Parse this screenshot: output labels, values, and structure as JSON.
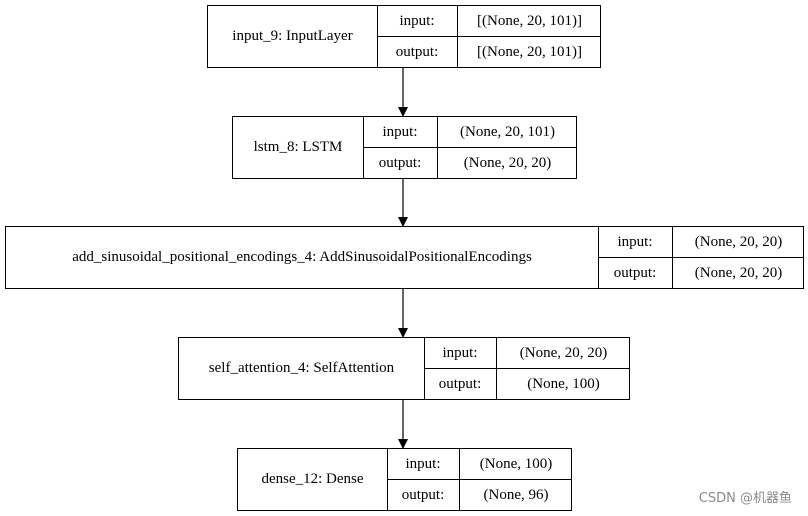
{
  "layers": [
    {
      "name": "input_9: InputLayer",
      "input_label": "input:",
      "input_shape": "[(None, 20, 101)]",
      "output_label": "output:",
      "output_shape": "[(None, 20, 101)]"
    },
    {
      "name": "lstm_8: LSTM",
      "input_label": "input:",
      "input_shape": "(None, 20, 101)",
      "output_label": "output:",
      "output_shape": "(None, 20, 20)"
    },
    {
      "name": "add_sinusoidal_positional_encodings_4: AddSinusoidalPositionalEncodings",
      "input_label": "input:",
      "input_shape": "(None, 20, 20)",
      "output_label": "output:",
      "output_shape": "(None, 20, 20)"
    },
    {
      "name": "self_attention_4: SelfAttention",
      "input_label": "input:",
      "input_shape": "(None, 20, 20)",
      "output_label": "output:",
      "output_shape": "(None, 100)"
    },
    {
      "name": "dense_12: Dense",
      "input_label": "input:",
      "input_shape": "(None, 100)",
      "output_label": "output:",
      "output_shape": "(None, 96)"
    }
  ],
  "watermark": "CSDN @机器鱼"
}
